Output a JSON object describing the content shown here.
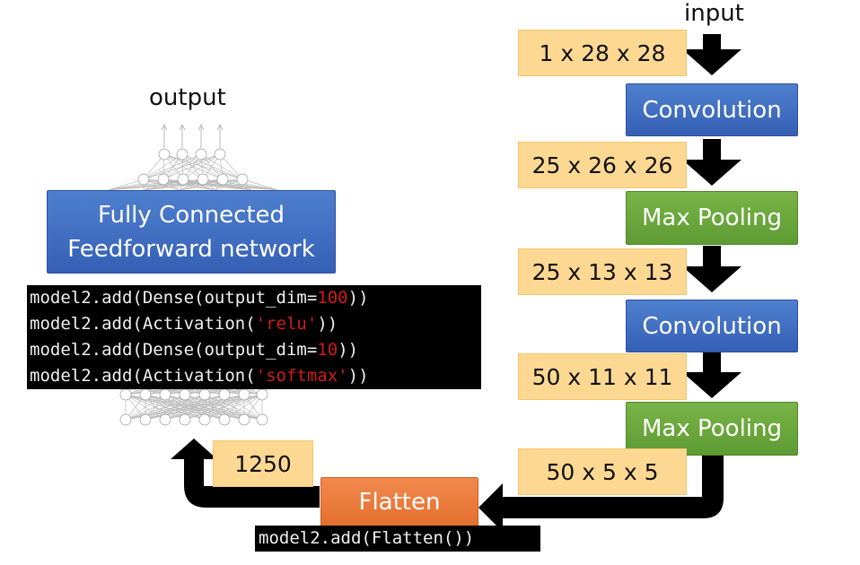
{
  "labels": {
    "input": "input",
    "output": "output"
  },
  "dims": [
    "1 x 28 x 28",
    "25 x 26 x 26",
    "25 x 13 x 13",
    "50 x 11 x 11",
    "50 x 5 x 5",
    "1250"
  ],
  "blocks": {
    "conv1": "Convolution",
    "pool1": "Max Pooling",
    "conv2": "Convolution",
    "pool2": "Max Pooling",
    "flatten": "Flatten",
    "fc_line1": "Fully Connected",
    "fc_line2": "Feedforward network"
  },
  "code": {
    "fc_lines": [
      {
        "pre": "model2.add(Dense(output_dim=",
        "arg": "100",
        "post": "))"
      },
      {
        "pre": "model2.add(Activation(",
        "arg": "'relu'",
        "post": "))"
      },
      {
        "pre": "model2.add(Dense(output_dim=",
        "arg": "10",
        "post": "))"
      },
      {
        "pre": "model2.add(Activation(",
        "arg": "'softmax'",
        "post": "))"
      }
    ],
    "flatten_line": "model2.add(Flatten())"
  },
  "colors": {
    "dim_fill": "#fdd892",
    "conv_blue": "#4472c4",
    "pool_green": "#70ad47",
    "flatten_orange": "#ed7d31",
    "arg_red": "#d11a1a"
  }
}
